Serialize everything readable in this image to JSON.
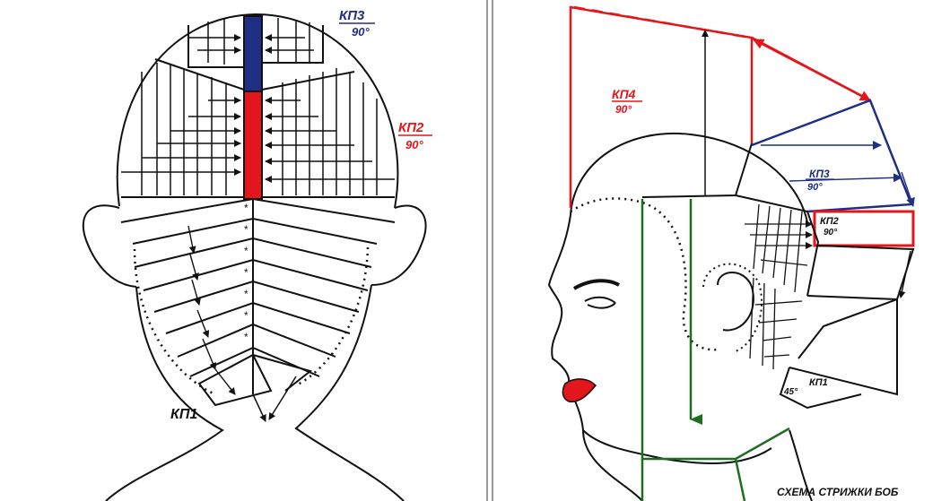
{
  "left_panel": {
    "labels": {
      "kp3": "КП3",
      "kp3_angle": "90°",
      "kp2": "КП2",
      "kp2_angle": "90°",
      "kp1": "КП1"
    }
  },
  "right_panel": {
    "labels": {
      "kp4": "КП4",
      "kp4_angle": "90°",
      "kp3": "КП3",
      "kp3_angle": "90°",
      "kp2": "КП2",
      "kp2_angle": "90°",
      "kp1": "КП1",
      "angle45": "45°"
    },
    "caption": "СХЕМА СТРИЖКИ БОБ"
  },
  "colors": {
    "outline": "#111111",
    "blue": "#1f2f86",
    "red": "#e3161b",
    "green": "#1f6e1f",
    "divider": "#9a9a9a"
  }
}
